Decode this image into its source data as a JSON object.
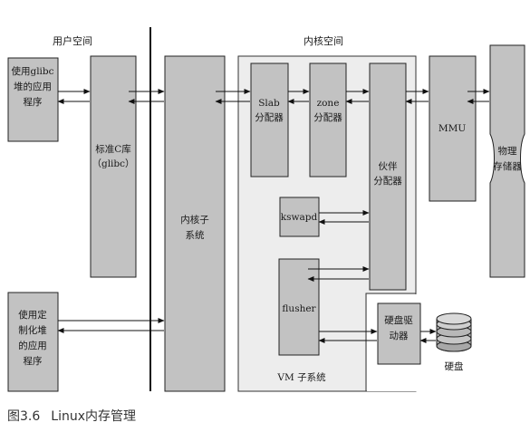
{
  "headers": {
    "user_space": "用户空间",
    "kernel_space": "内核空间"
  },
  "nodes": {
    "app_glibc": [
      "使用glibc",
      "堆的应用",
      "程序"
    ],
    "libc": [
      "标准C库",
      "（glibc）"
    ],
    "app_custom": [
      "使用定",
      "制化堆",
      "的应用",
      "程序"
    ],
    "kernel_sub": [
      "内核子",
      "系统"
    ],
    "slab": [
      "Slab",
      "分配器"
    ],
    "zone": [
      "zone",
      "分配器"
    ],
    "buddy": [
      "伙伴",
      "分配器"
    ],
    "kswapd": "kswapd",
    "flusher": "flusher",
    "mmu": "MMU",
    "phys_mem": [
      "物理",
      "存储器"
    ],
    "disk_driver": [
      "硬盘驱",
      "动器"
    ],
    "disk": "硬盘",
    "vm_subsystem": "VM 子系统"
  },
  "caption": {
    "number": "图3.6",
    "title": "Linux内存管理"
  }
}
